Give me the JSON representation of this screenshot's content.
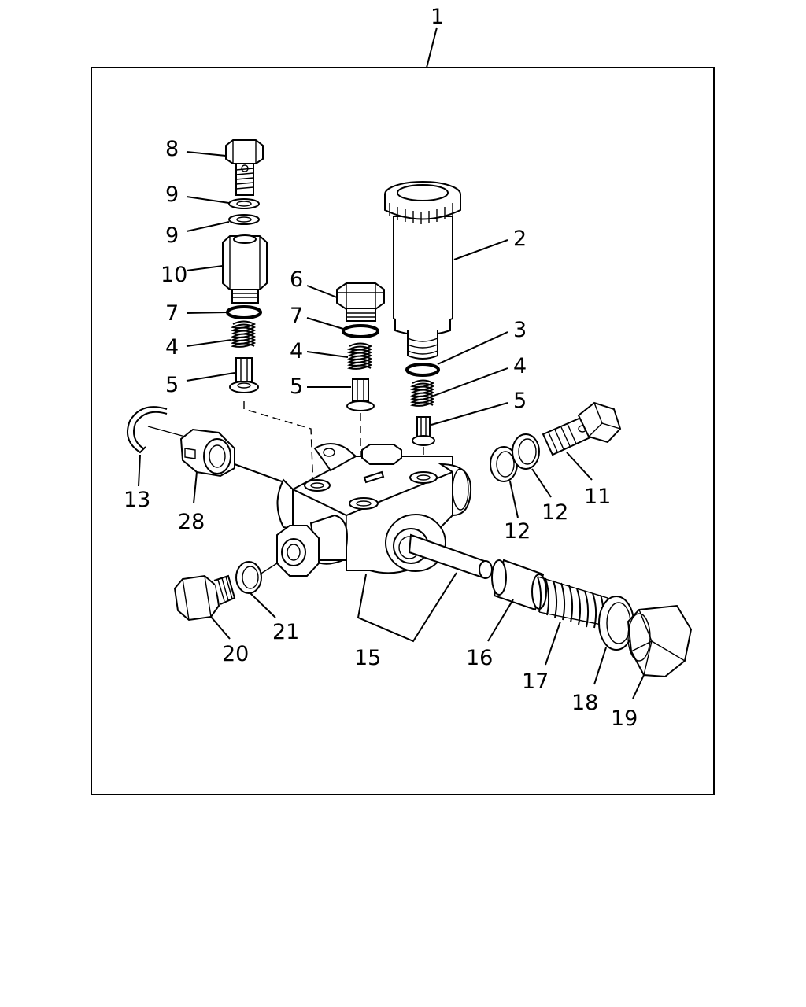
{
  "labels": {
    "l1": "1",
    "l2": "2",
    "l3": "3",
    "l4a": "4",
    "l4b": "4",
    "l4c": "4",
    "l5a": "5",
    "l5b": "5",
    "l5c": "5",
    "l6": "6",
    "l7a": "7",
    "l7b": "7",
    "l8": "8",
    "l9a": "9",
    "l9b": "9",
    "l10": "10",
    "l11": "11",
    "l12a": "12",
    "l12b": "12",
    "l13": "13",
    "l15": "15",
    "l16": "16",
    "l17": "17",
    "l18": "18",
    "l19": "19",
    "l20": "20",
    "l21": "21",
    "l28": "28"
  }
}
